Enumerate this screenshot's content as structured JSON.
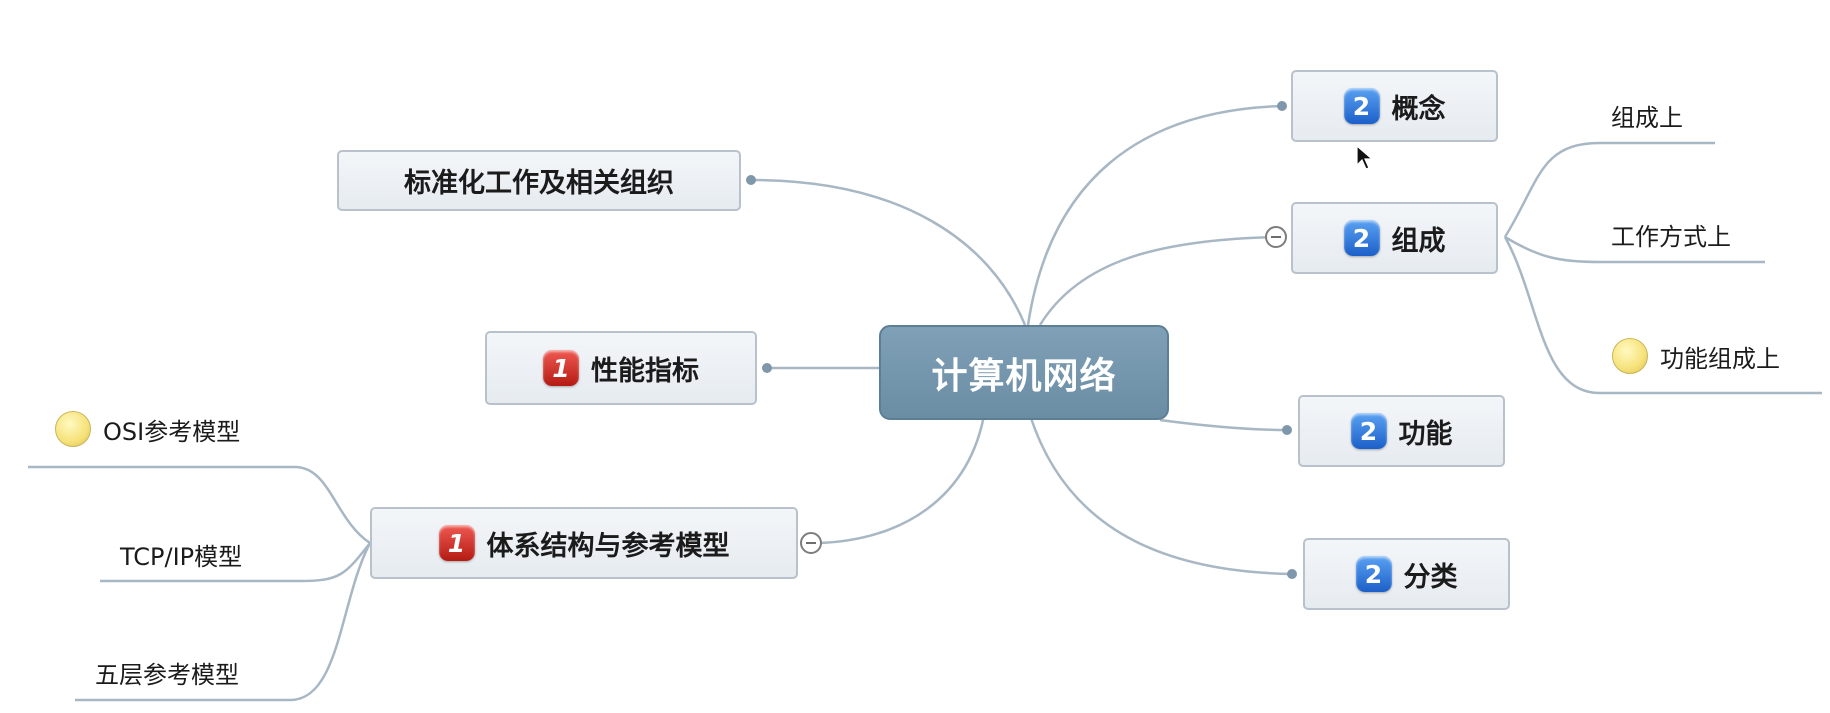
{
  "central": {
    "label": "计算机网络"
  },
  "right_nodes": [
    {
      "id": "concept",
      "label": "概念",
      "badge": "2"
    },
    {
      "id": "composition",
      "label": "组成",
      "badge": "2"
    },
    {
      "id": "function",
      "label": "功能",
      "badge": "2"
    },
    {
      "id": "classification",
      "label": "分类",
      "badge": "2"
    }
  ],
  "composition_children": [
    "组成上",
    "工作方式上",
    "功能组成上"
  ],
  "left_nodes": [
    {
      "id": "standards",
      "label": "标准化工作及相关组织"
    },
    {
      "id": "performance",
      "label": "性能指标",
      "badge": "1"
    },
    {
      "id": "architecture",
      "label": "体系结构与参考模型",
      "badge": "1"
    }
  ],
  "architecture_children": [
    "OSI参考模型",
    "TCP/IP模型",
    "五层参考模型"
  ],
  "colors": {
    "central_fill": "#7095ad",
    "link_line": "#a8b7c4",
    "badge_blue": "#1f66d1",
    "badge_red": "#c21f17",
    "marker_yellow": "#f6e27a"
  }
}
